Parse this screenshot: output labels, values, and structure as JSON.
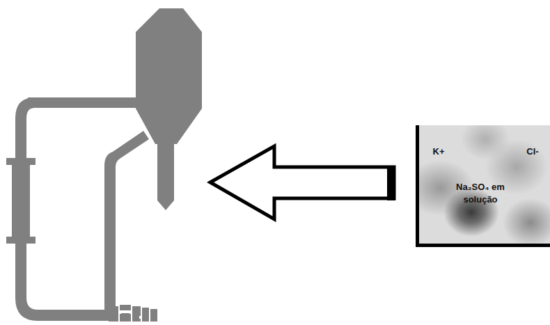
{
  "diagram": {
    "nodes": [
      {
        "text": [
          "K+",
          "Cl-",
          "Na₂SO₄ em solução"
        ]
      }
    ]
  }
}
